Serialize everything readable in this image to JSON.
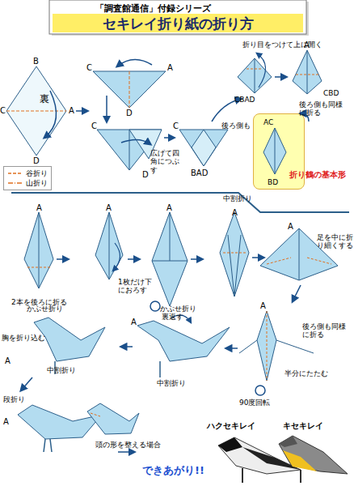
{
  "diagram": {
    "title": "セキレイ折り紙の折り方",
    "nodes": [
      {
        "text": [
          "折り鶴の基本形"
        ]
      }
    ],
    "labels": [
      "「調査館通信」付録シリーズ",
      "B",
      "C",
      "裏",
      "A",
      "D",
      "C",
      "A",
      "D",
      "C",
      "D",
      "広げて四角につぶす",
      "C",
      "BAD",
      "後ろ側も",
      "折り目をつけて上に開く",
      "CBAD",
      "A",
      "CBD",
      "後ろ側も同様に折る",
      "AC",
      "BD",
      "A",
      "2本を後ろに折る",
      "A",
      "1枚だけ下におろす",
      "A",
      "裏返す",
      "中割折り",
      "A",
      "足を中に折り細くする",
      "A",
      "かぶせ折り",
      "胸を折り込む",
      "中割折り",
      "A",
      "かぶせ折り",
      "中割折り",
      "A",
      "A",
      "後ろ側も同様に折る",
      "半分にたたむ",
      "90度回転",
      "段折り",
      "A",
      "頭の形を整える場合",
      "ハクセキレイ",
      "キセキレイ",
      "できあがり!!"
    ],
    "legend": [
      {
        "text": "谷折り"
      },
      {
        "text": "山折り"
      }
    ]
  }
}
